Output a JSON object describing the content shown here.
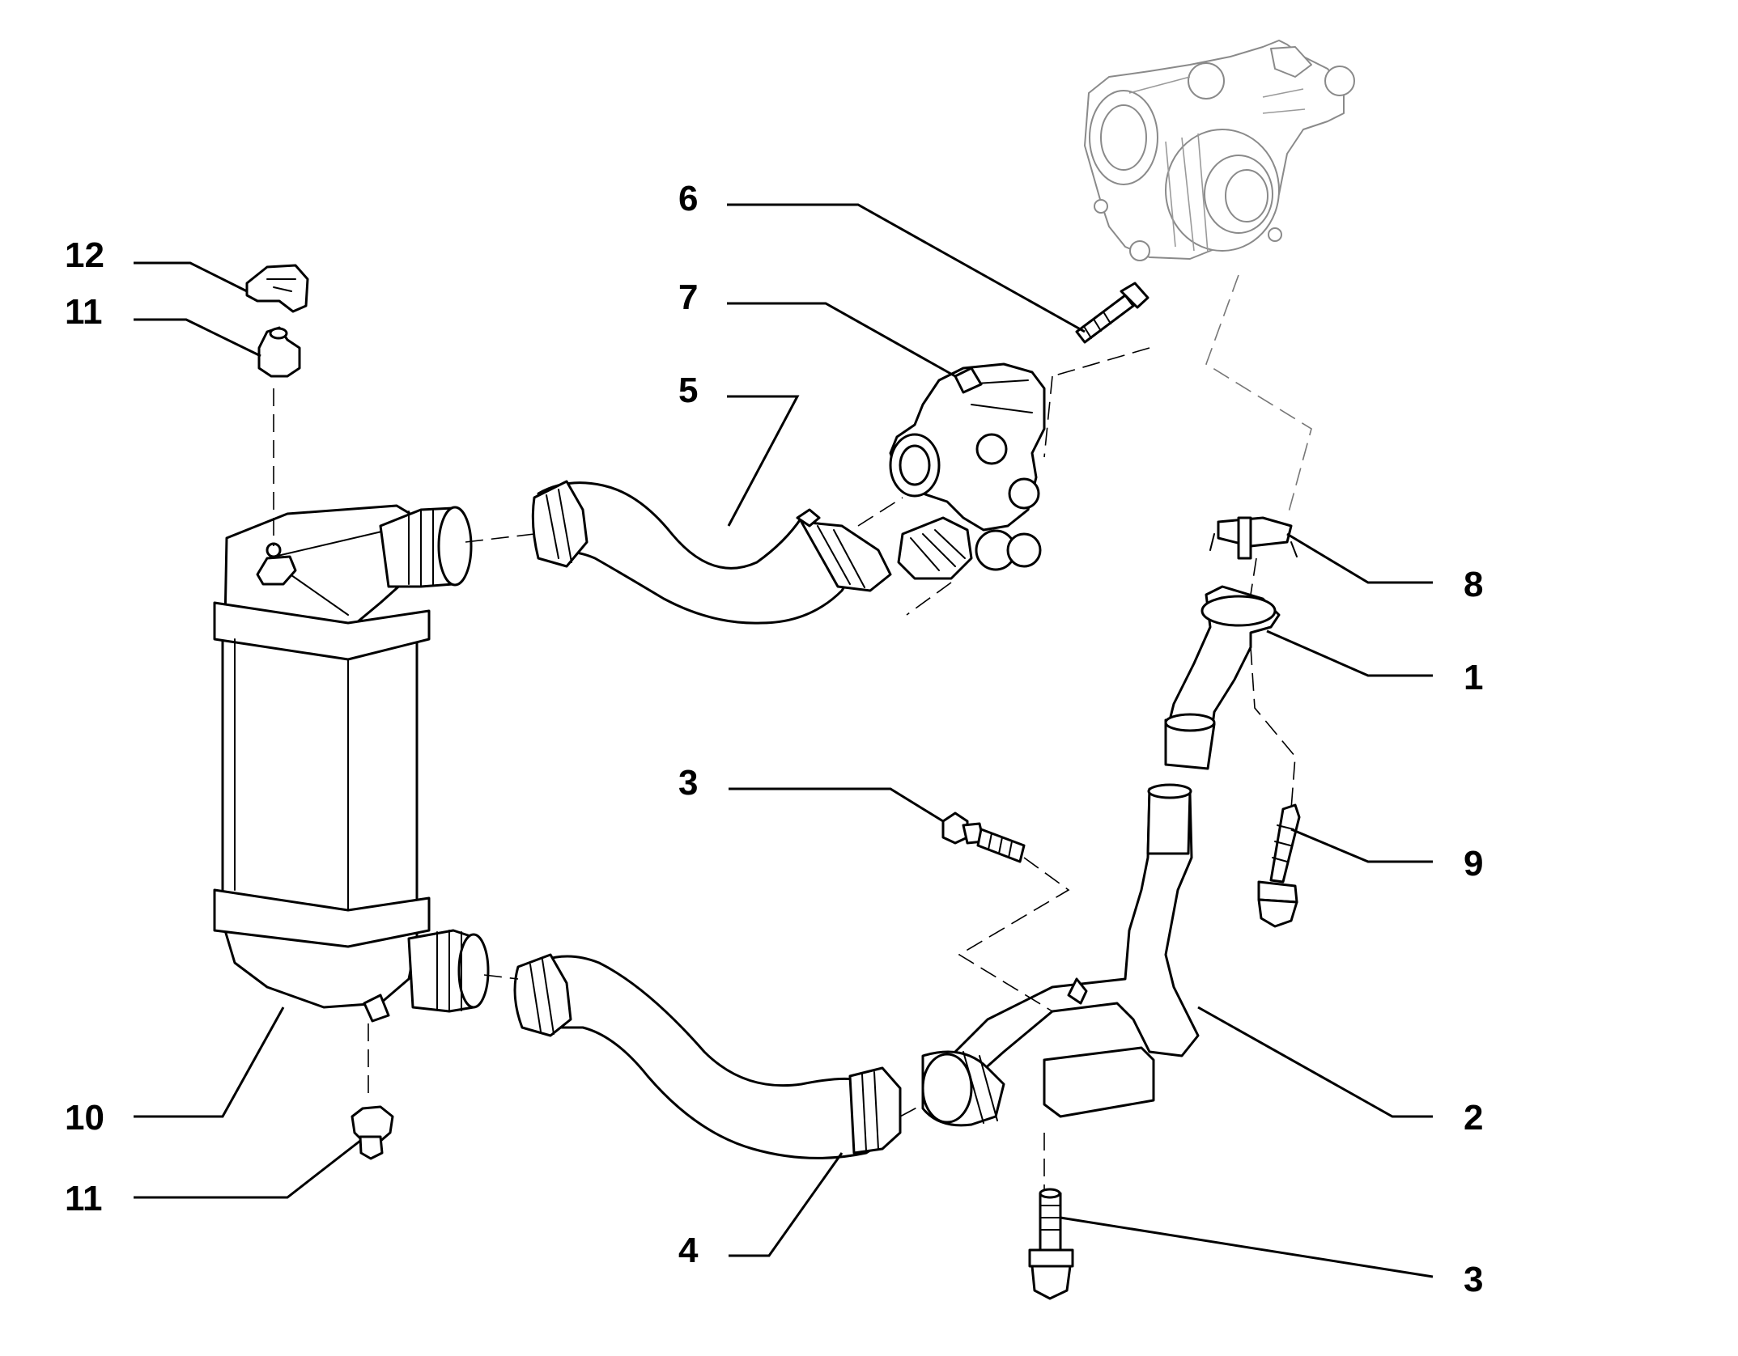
{
  "callouts": [
    {
      "id": "c1",
      "label": "1"
    },
    {
      "id": "c2",
      "label": "2"
    },
    {
      "id": "c3a",
      "label": "3"
    },
    {
      "id": "c3b",
      "label": "3"
    },
    {
      "id": "c4",
      "label": "4"
    },
    {
      "id": "c5",
      "label": "5"
    },
    {
      "id": "c6",
      "label": "6"
    },
    {
      "id": "c7",
      "label": "7"
    },
    {
      "id": "c8",
      "label": "8"
    },
    {
      "id": "c9",
      "label": "9"
    },
    {
      "id": "c10",
      "label": "10"
    },
    {
      "id": "c11a",
      "label": "11"
    },
    {
      "id": "c11b",
      "label": "11"
    },
    {
      "id": "c12",
      "label": "12"
    }
  ]
}
